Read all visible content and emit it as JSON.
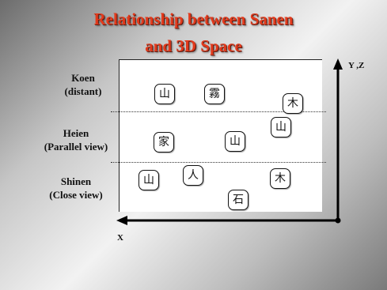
{
  "title": {
    "line1": "Relationship between Sanen",
    "line2": "and 3D Space"
  },
  "zones": [
    {
      "name": "Koen",
      "desc": "(distant)"
    },
    {
      "name": "Heien",
      "desc": "(Parallel view)"
    },
    {
      "name": "Shinen",
      "desc": "(Close view)"
    }
  ],
  "elements": {
    "mountain_far": "山",
    "mist": "霧",
    "tree_far": "木",
    "mountain_mid_right": "山",
    "house": "家",
    "mountain_mid": "山",
    "mountain_near": "山",
    "person": "人",
    "tree_near": "木",
    "stone": "石"
  },
  "axes": {
    "vertical": "Y ,Z",
    "horizontal": "X"
  },
  "colors": {
    "title": "#e23a1c",
    "axis": "#000000"
  }
}
